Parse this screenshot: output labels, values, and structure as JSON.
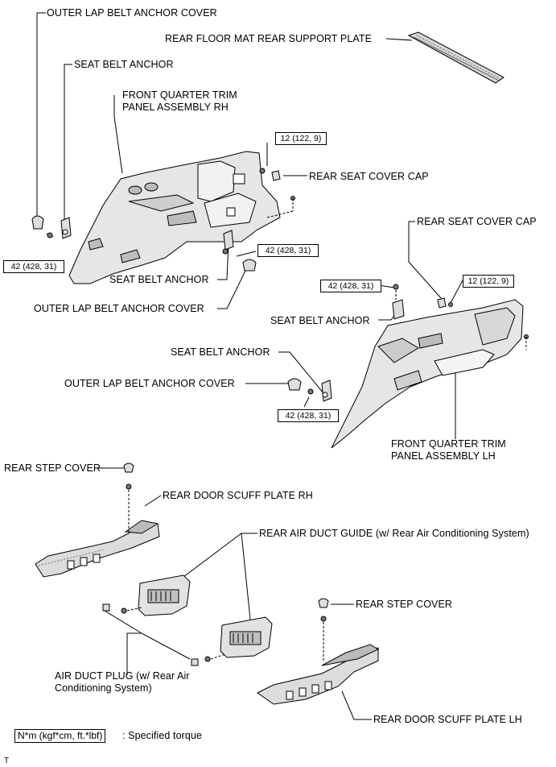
{
  "labels": {
    "outer_lap_belt_anchor_cover": "OUTER LAP BELT ANCHOR COVER",
    "rear_floor_mat_rear_support_plate": "REAR FLOOR MAT REAR SUPPORT PLATE",
    "seat_belt_anchor": "SEAT BELT ANCHOR",
    "front_quarter_trim_rh_line1": "FRONT QUARTER TRIM",
    "front_quarter_trim_rh_line2": "PANEL ASSEMBLY RH",
    "rear_seat_cover_cap": "REAR SEAT COVER CAP",
    "front_quarter_trim_lh_line1": "FRONT QUARTER TRIM",
    "front_quarter_trim_lh_line2": "PANEL ASSEMBLY LH",
    "rear_step_cover": "REAR STEP COVER",
    "rear_door_scuff_plate_rh": "REAR DOOR SCUFF PLATE RH",
    "rear_air_duct_guide": "REAR AIR DUCT GUIDE (w/ Rear Air Conditioning System)",
    "air_duct_plug_line1": "AIR DUCT PLUG (w/ Rear Air",
    "air_duct_plug_line2": "Conditioning System)",
    "rear_door_scuff_plate_lh": "REAR DOOR SCUFF PLATE LH"
  },
  "torque": {
    "t12": "12 (122, 9)",
    "t42": "42 (428, 31)"
  },
  "legend": {
    "unit_box": "N*m (kgf*cm, ft.*lbf)",
    "description": ": Specified torque",
    "corner_mark": "T"
  }
}
